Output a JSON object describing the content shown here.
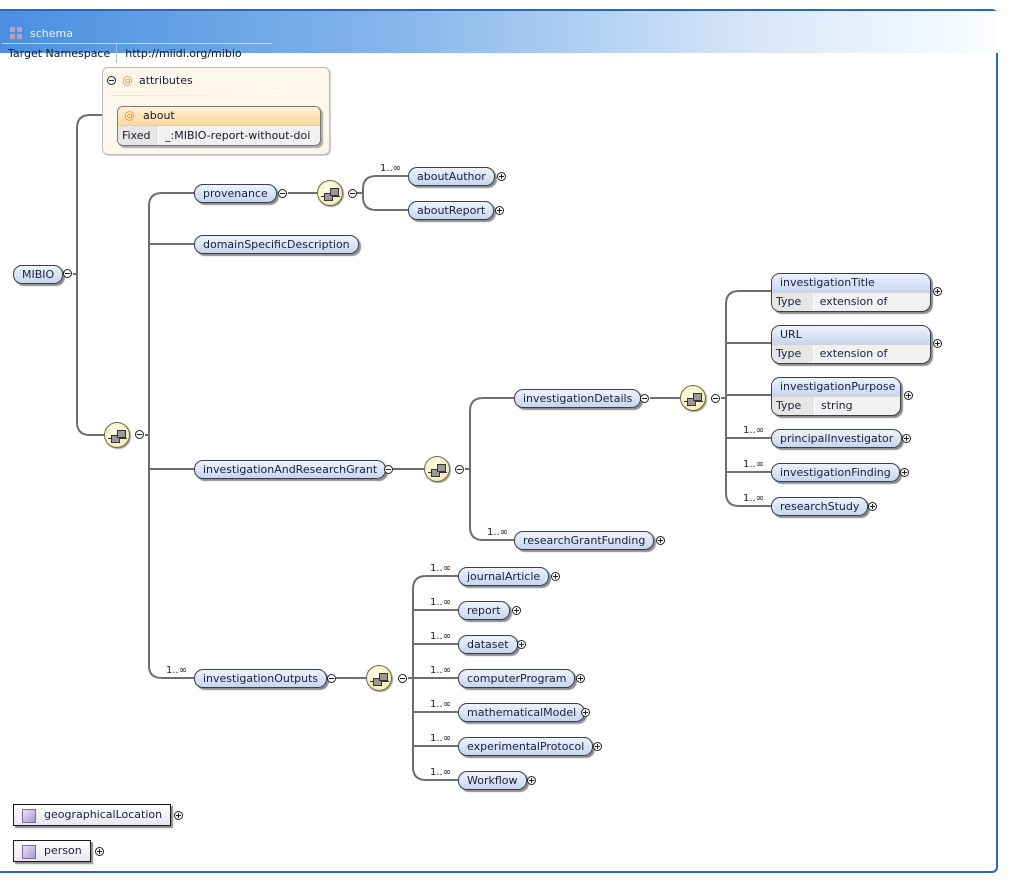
{
  "header": {
    "title": "schema",
    "icon": "schema-grid-icon",
    "namespace_label": "Target Namespace",
    "namespace_value": "http://miidi.org/mibio"
  },
  "attributes": {
    "title": "attributes",
    "symbol": "@",
    "attribute": {
      "name": "about",
      "key": "Fixed",
      "value": "_:MIBIO-report-without-doi"
    }
  },
  "root": {
    "label": "MIBIO"
  },
  "nodes": {
    "provenance": "provenance",
    "aboutAuthor": "aboutAuthor",
    "aboutReport": "aboutReport",
    "domainSpecificDescription": "domainSpecificDescription",
    "investigationAndResearchGrant": "investigationAndResearchGrant",
    "investigationDetails": "investigationDetails",
    "researchGrantFunding": "researchGrantFunding",
    "principalInvestigator": "principalInvestigator",
    "investigationFinding": "investigationFinding",
    "researchStudy": "researchStudy",
    "investigationOutputs": "investigationOutputs",
    "journalArticle": "journalArticle",
    "report": "report",
    "dataset": "dataset",
    "computerProgram": "computerProgram",
    "mathematicalModel": "mathematicalModel",
    "experimentalProtocol": "experimentalProtocol",
    "Workflow": "Workflow"
  },
  "typed_nodes": {
    "investigationTitle": {
      "name": "investigationTitle",
      "key": "Type",
      "value": "extension of 'string'"
    },
    "URL": {
      "name": "URL",
      "key": "Type",
      "value": "extension of 'string'"
    },
    "investigationPurpose": {
      "name": "investigationPurpose",
      "key": "Type",
      "value": "string"
    }
  },
  "cardinality": "1..∞",
  "complex_types": [
    "geographicalLocation",
    "person"
  ]
}
